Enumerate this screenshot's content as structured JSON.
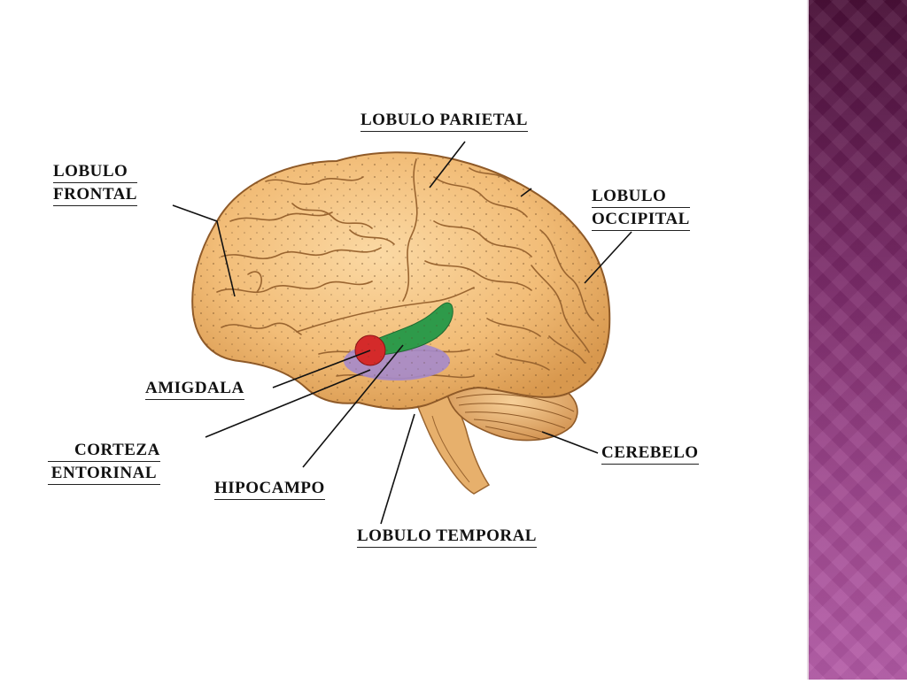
{
  "labels": {
    "parietal": "LOBULO PARIETAL",
    "frontal_line1": "LOBULO",
    "frontal_line2": "FRONTAL",
    "occipital_line1": "LOBULO",
    "occipital_line2": "OCCIPITAL",
    "amigdala": "AMIGDALA",
    "corteza_line1": "CORTEZA",
    "corteza_line2": "ENTORINAL",
    "hipocampo": "HIPOCAMPO",
    "temporal": "LOBULO TEMPORAL",
    "cerebelo": "CEREBELO"
  },
  "colors": {
    "brain": "#f4c27e",
    "brain_shadow": "#c98a44",
    "hippocampus": "#2e9a4a",
    "amygdala": "#d42a2a",
    "entorhinal": "#9a80c4",
    "cerebellum": "#e0a866",
    "slide_band": "#8a3478"
  },
  "icons": {
    "brain": "brain-illustration-icon"
  }
}
